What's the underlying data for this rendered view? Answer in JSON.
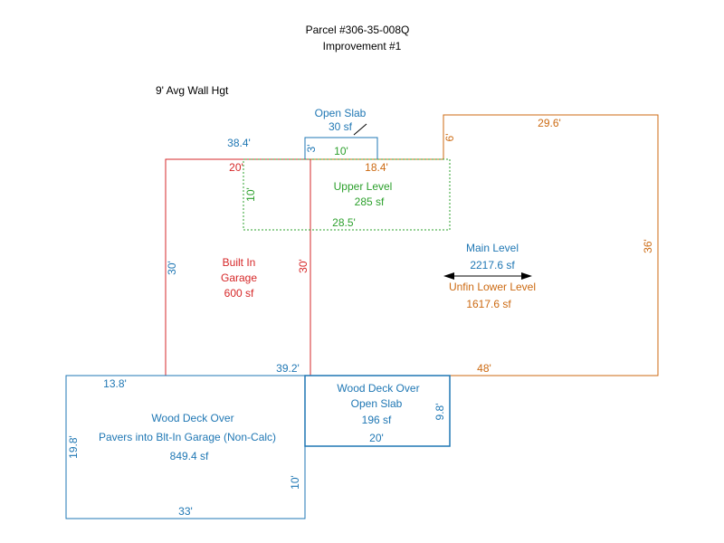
{
  "header": {
    "parcel": "Parcel #306-35-008Q",
    "improvement": "Improvement #1",
    "wall_height": "9' Avg Wall Hgt"
  },
  "colors": {
    "blue": "#1f77b4",
    "red": "#d62728",
    "orange": "#cc6a12",
    "green": "#2ca02c",
    "black": "#000000"
  },
  "areas": {
    "open_slab": {
      "name": "Open Slab",
      "area": "30 sf",
      "dim_width": "10'",
      "dim_height": "3'"
    },
    "upper_level": {
      "name": "Upper Level",
      "area": "285 sf",
      "dim_left": "10'",
      "dim_bottom": "28.5'"
    },
    "garage": {
      "name_line1": "Built In",
      "name_line2": "Garage",
      "area": "600 sf",
      "dim_left": "30'",
      "dim_right": "30'",
      "dim_top": "20'"
    },
    "main": {
      "name": "Main Level",
      "area": "2217.6 sf",
      "lower_name": "Unfin Lower Level",
      "lower_area": "1617.6 sf",
      "dim_top": "29.6'",
      "dim_right": "36'",
      "dim_bottom": "48'",
      "dim_step_top": "18.4'",
      "dim_step_side": "6'"
    },
    "overall": {
      "dim_top": "38.4'",
      "dim_bottom": "39.2'"
    },
    "deck_pavers": {
      "name_line1": "Wood Deck Over",
      "name_line2": "Pavers into Blt-In Garage (Non-Calc)",
      "area": "849.4 sf",
      "dim_top": "13.8'",
      "dim_left": "19.8'",
      "dim_bottom": "33'",
      "dim_right": "10'"
    },
    "deck_slab": {
      "name_line1": "Wood Deck Over",
      "name_line2": "Open Slab",
      "area": "196 sf",
      "dim_bottom": "20'",
      "dim_right": "9.8'"
    }
  }
}
